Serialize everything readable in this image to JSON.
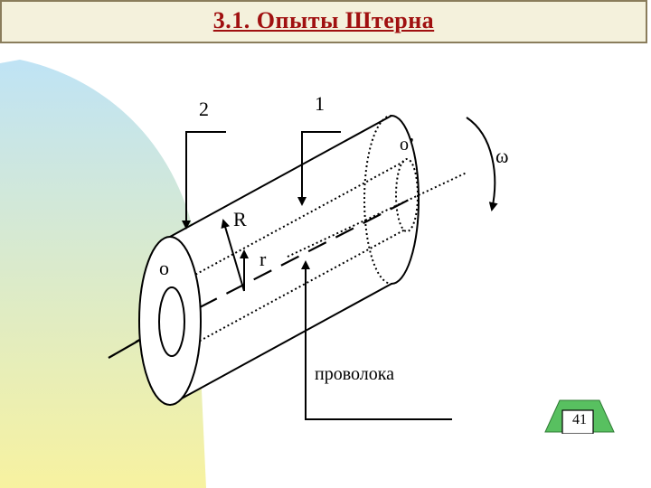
{
  "slide": {
    "title": "3.1.  Опыты Штерна",
    "page_number": "41"
  },
  "diagram": {
    "labels": {
      "beam1": "1",
      "beam2": "2",
      "o_prime": "o’",
      "omega": "ω",
      "R": "R",
      "o": "o",
      "r": "r",
      "wire": "проволока"
    }
  },
  "colors": {
    "title_text": "#a01010",
    "title_background": "#f4f1dc",
    "title_border": "#8a7d5c",
    "accent_gradient_start": "#bfe3f5",
    "accent_gradient_end": "#f7f2a0",
    "badge_fill": "#58c060"
  }
}
